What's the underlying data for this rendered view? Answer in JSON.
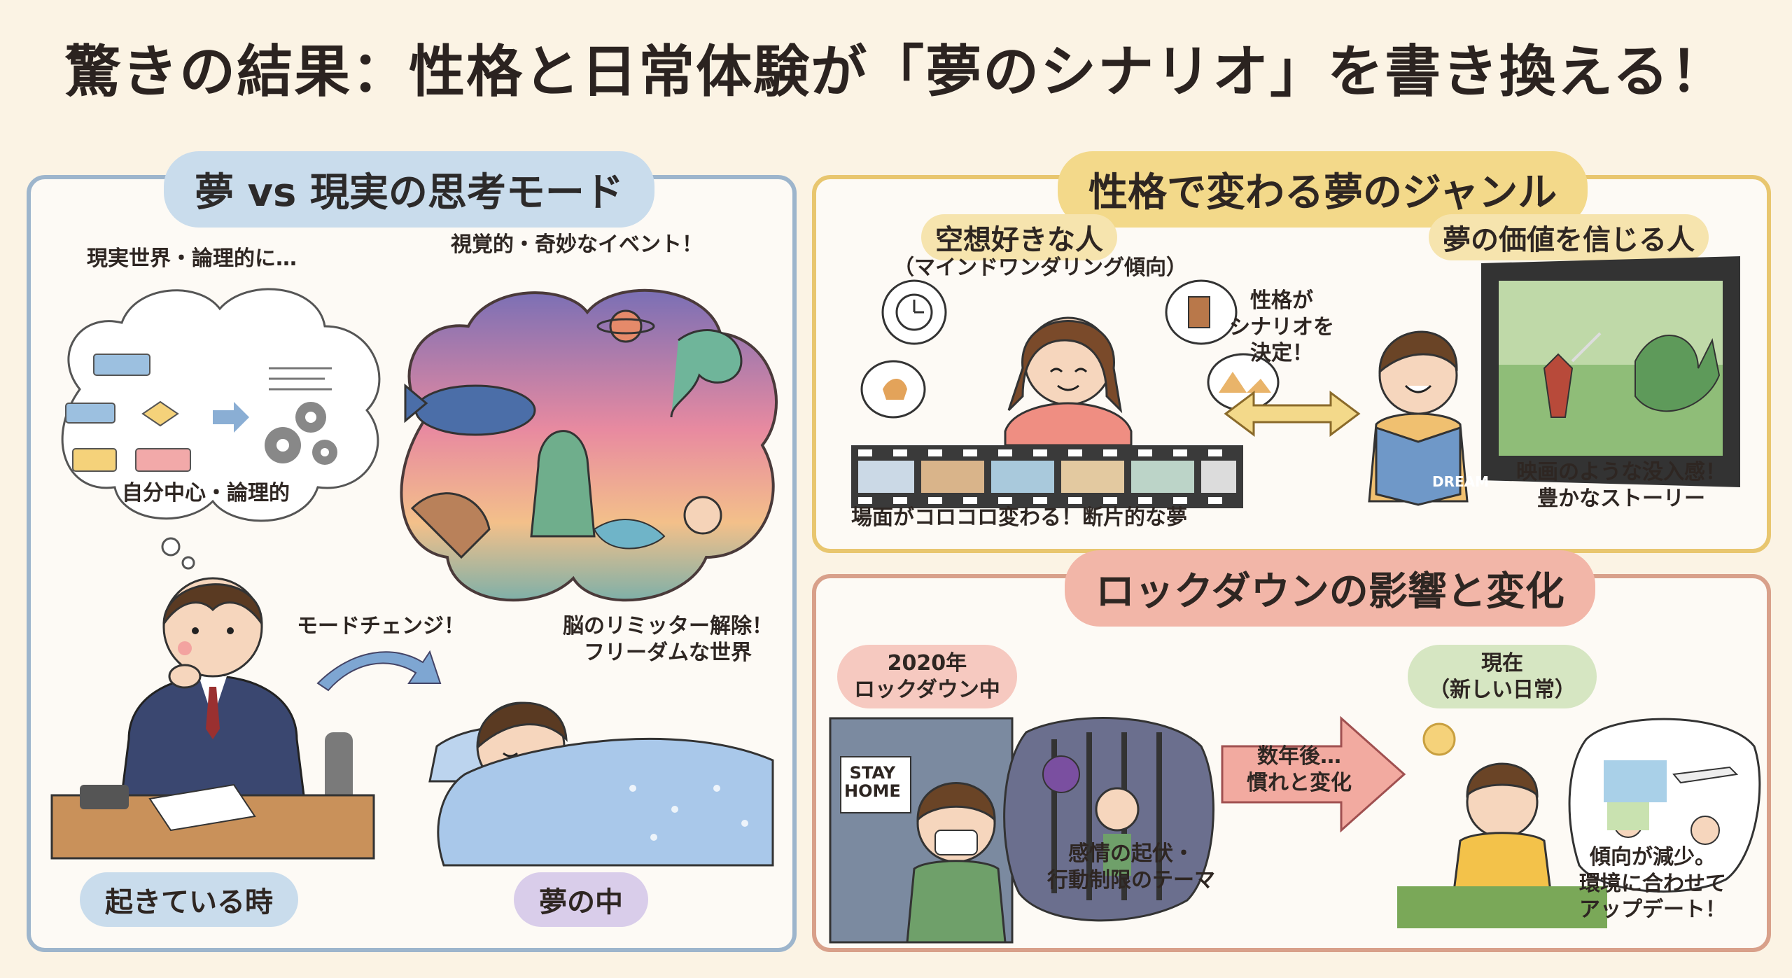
{
  "title": "驚きの結果：性格と日常体験が「夢のシナリオ」を書き換える！",
  "colors": {
    "background": "#fbf3e4",
    "left_border": "#9db5cc",
    "top_right_border": "#e8c66f",
    "bottom_right_border": "#d8a08a"
  },
  "left_panel": {
    "heading": "夢 vs 現実の思考モード",
    "reality_caption": "現実世界・論理的に…",
    "reality_bubble_label": "自分中心・論理的",
    "dream_caption": "視覚的・奇妙なイベント！",
    "mode_change": "モードチェンジ！",
    "limiter_text": "脳のリミッター解除！\nフリーダムな世界",
    "awake_label": "起きている時",
    "dream_label": "夢の中"
  },
  "top_right_panel": {
    "heading": "性格で変わる夢のジャンル",
    "left_title": "空想好きな人",
    "left_subtitle": "（マインドワンダリング傾向）",
    "left_caption": "場面がコロコロ変わる！断片的な夢",
    "middle_text": "性格が\nシナリオを\n決定！",
    "right_title": "夢の価値を信じる人",
    "right_caption": "映画のような没入感！\n豊かなストーリー",
    "book_text": "DREAM"
  },
  "bottom_right_panel": {
    "heading": "ロックダウンの影響と変化",
    "past_label": "2020年\nロックダウン中",
    "sign_text": "STAY\nHOME",
    "lockdown_caption": "感情の起伏・\n行動制限のテーマ",
    "arrow_text": "数年後…\n慣れと変化",
    "present_label": "現在\n（新しい日常）",
    "present_caption": "傾向が減少。\n環境に合わせて\nアップデート！"
  }
}
